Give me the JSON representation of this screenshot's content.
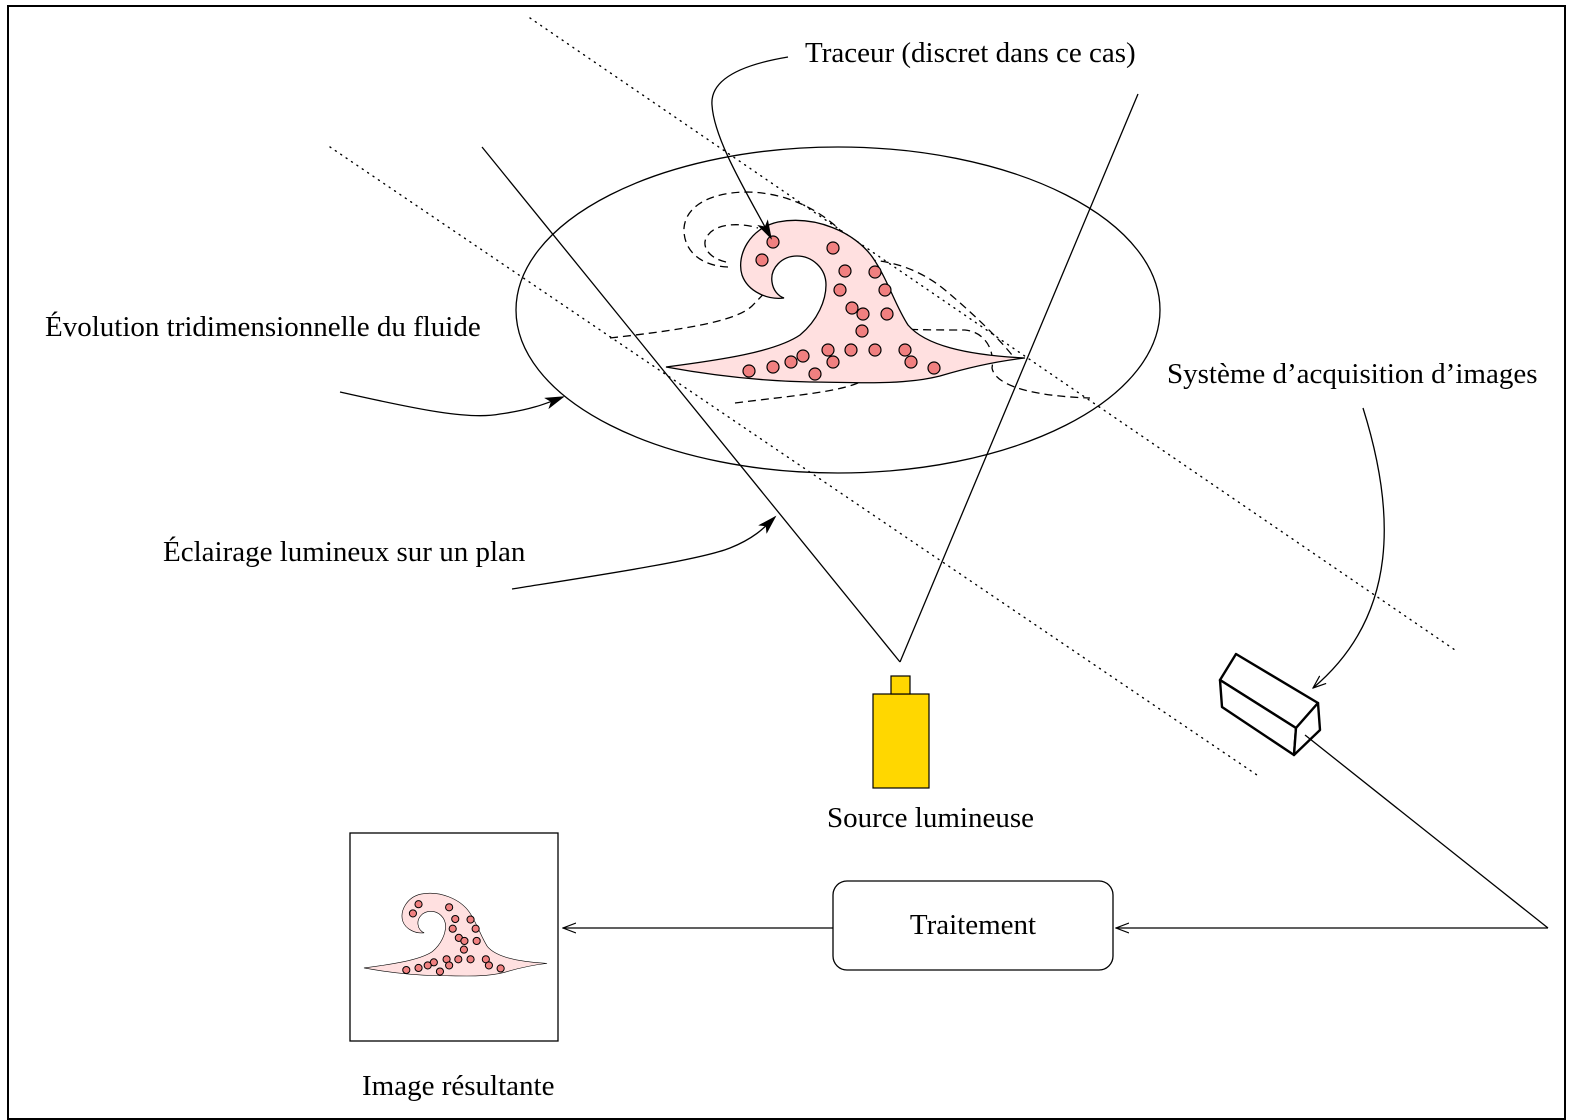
{
  "labels": {
    "tracer": "Traceur (discret dans ce cas)",
    "fluid_evolution": "Évolution tridimensionnelle du fluide",
    "acquisition_system": "Système d’acquisition d’images",
    "illumination": "Éclairage lumineux sur un plan",
    "light_source": "Source lumineuse",
    "processing": "Traitement",
    "result_image": "Image résultante"
  },
  "colors": {
    "fluid_fill": "#ffe0e0",
    "particle_fill": "#f08080",
    "light_source_fill": "#ffd700"
  }
}
